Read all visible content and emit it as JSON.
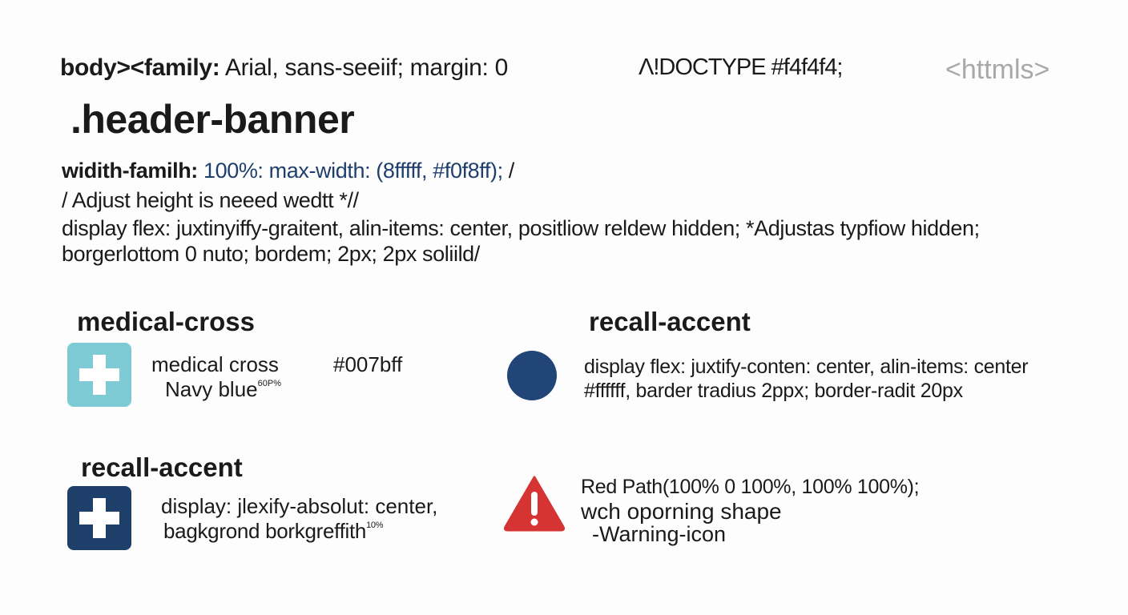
{
  "top_line": {
    "selector": "body><family:",
    "value": "Arial, sans-seeiif;  margin: 0",
    "doctype": "Λ!DOCTYPE #f4f4f4;",
    "html_tag": "<httmls>"
  },
  "header_banner": {
    "title": ".header-banner",
    "line1_key": "widith-familh:",
    "line1_value": " 100%: max-width: (8fffff, #f0f8ff); ",
    "line1_tail": "/",
    "line2": "/ Adjust height is neeed wedtt *//",
    "line3": "display flex: juxtinyiffy-graitent, alin-items: center, positliow reldew hidden; *Adjustas typfiow hidden;",
    "line4": "borgerlottom 0 nuto; bordem; 2px; 2px soliild/"
  },
  "sections": [
    {
      "title": "medical-cross",
      "icon": "medical-cross-icon",
      "icon_color": "#7ecbd6",
      "desc_line1": "medical cross",
      "desc_line2": "Navy blue",
      "desc_sup": "60P%",
      "color_code": "#007bff"
    },
    {
      "title": "recall-accent",
      "icon": "circle-icon",
      "icon_color": "#224577",
      "desc_line1": "display flex: juxtify-conten: center, alin-items: center",
      "desc_line2": "#ffffff, barder tradius 2ppx; border-radit 20px"
    },
    {
      "title": "recall-accent",
      "icon": "medical-cross-icon",
      "icon_color": "#1f3f6b",
      "desc_line1": "display: jlexify-absolut: center,",
      "desc_line2": "bagkgrond borkgreffith",
      "desc_sup": "10%"
    },
    {
      "title": "",
      "icon": "warning-icon",
      "icon_color": "#d63333",
      "desc_line1": "Red Path(100% 0 100%, 100% 100%);",
      "desc_line2": "wch oporning shape",
      "desc_line3": "-Warning-icon"
    }
  ]
}
